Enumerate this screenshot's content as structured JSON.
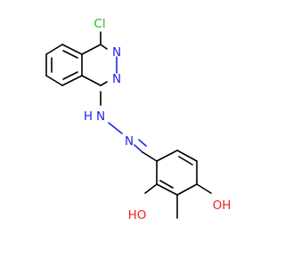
{
  "molecule": {
    "atoms": {
      "cl": "Cl",
      "n_ring_upper": "N",
      "n_ring_lower": "N",
      "nh_n": "N",
      "nh_h": "H",
      "n_imine": "N",
      "oh_left": "HO",
      "oh_right": "OH"
    }
  },
  "colors": {
    "carbon_bond": "#000000",
    "nitrogen": "#2323ee",
    "chlorine": "#22bb22",
    "oxygen": "#ee2222",
    "background": "#ffffff"
  }
}
